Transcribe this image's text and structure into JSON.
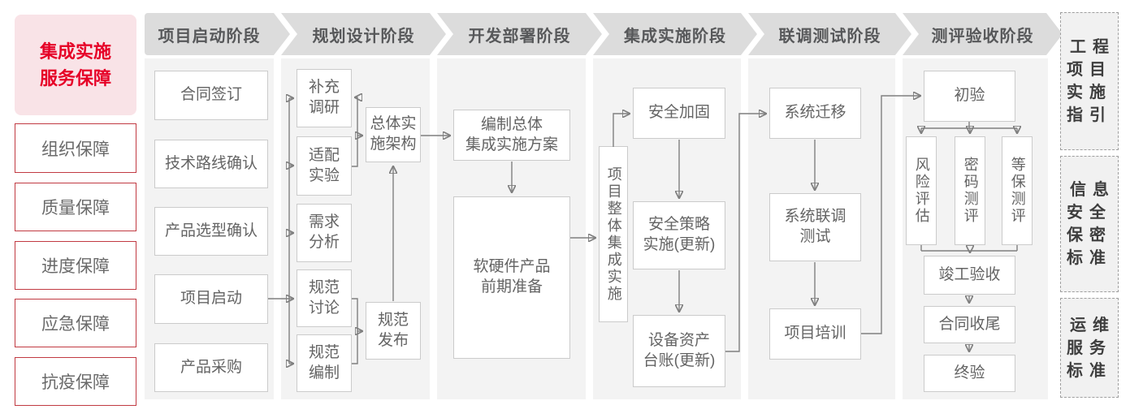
{
  "sidebar": {
    "header": "集成实施\n服务保障",
    "items": [
      "组织保障",
      "质量保障",
      "进度保障",
      "应急保障",
      "抗疫保障"
    ]
  },
  "phases": [
    "项目启动阶段",
    "规划设计阶段",
    "开发部署阶段",
    "集成实施阶段",
    "联调测试阶段",
    "测评验收阶段"
  ],
  "nodes": {
    "contract_sign": "合同签订",
    "tech_route_confirm": "技术路线确认",
    "product_selection_confirm": "产品选型确认",
    "project_kickoff": "项目启动",
    "product_procurement": "产品采购",
    "supplementary_research": "补充\n调研",
    "adaptation_test": "适配\n实验",
    "requirement_analysis": "需求\n分析",
    "spec_discussion": "规范\n讨论",
    "spec_drafting": "规范\n编制",
    "overall_architecture": "总体实\n施架构",
    "spec_release": "规范\n发布",
    "overall_integration_plan": "编制总体\n集成实施方案",
    "product_preparation": "软硬件产品\n前期准备",
    "project_overall_integration": "项目整体集成实施",
    "security_hardening": "安全加固",
    "security_policy_update": "安全策略\n实施(更新)",
    "asset_ledger_update": "设备资产\n台账(更新)",
    "system_migration": "系统迁移",
    "system_joint_testing": "系统联调\n测试",
    "project_training": "项目培训",
    "initial_acceptance": "初验",
    "risk_assessment": "风险评估",
    "crypto_evaluation": "密码测评",
    "classified_protection_evaluation": "等保测评",
    "completion_acceptance": "竣工验收",
    "contract_closure": "合同收尾",
    "final_acceptance": "终验"
  },
  "right_panel": [
    "工程\n项目\n实施\n指引",
    "信息\n安全\n保密\n标准",
    "运维\n服务\n标准"
  ],
  "colors": {
    "accent_red": "#e60027",
    "pink_background": "#f9e3e7",
    "red_border": "#c13a42",
    "banner_background": "#dcdcdc",
    "banner_text": "#57585a",
    "column_background": "#f3f3f3",
    "node_border": "#cbcbcb",
    "node_text": "#646464",
    "connector_gray": "#7f7f7f",
    "panel_text": "#3e3e3e"
  }
}
